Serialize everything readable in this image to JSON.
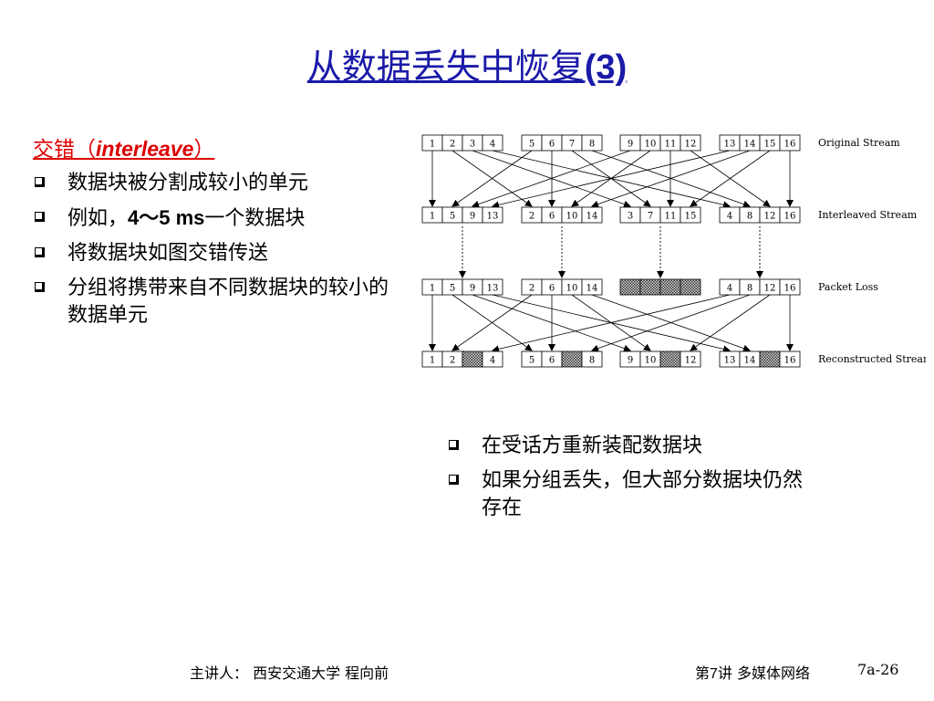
{
  "title": {
    "zh": "从数据丢失中恢复",
    "en": "(3)"
  },
  "left": {
    "heading_zh": "交错（",
    "heading_en": "interleave",
    "heading_close": "）",
    "bullets": [
      {
        "text": "数据块被分割成较小的单元"
      },
      {
        "pre": "例如，",
        "en": "4～5 ms",
        "post": "一个数据块"
      },
      {
        "text": "将数据块如图交错传送"
      },
      {
        "text": "分组将携带来自不同数据块的较小的数据单元"
      }
    ]
  },
  "right": {
    "bullets": [
      {
        "text": "在受话方重新装配数据块"
      },
      {
        "text": "如果分组丢失，但大部分数据块仍然存在"
      }
    ]
  },
  "diagram": {
    "rows": [
      {
        "label": "Original Stream",
        "groups": [
          [
            "1",
            "2",
            "3",
            "4"
          ],
          [
            "5",
            "6",
            "7",
            "8"
          ],
          [
            "9",
            "10",
            "11",
            "12"
          ],
          [
            "13",
            "14",
            "15",
            "16"
          ]
        ]
      },
      {
        "label": "Interleaved Stream",
        "groups": [
          [
            "1",
            "5",
            "9",
            "13"
          ],
          [
            "2",
            "6",
            "10",
            "14"
          ],
          [
            "3",
            "7",
            "11",
            "15"
          ],
          [
            "4",
            "8",
            "12",
            "16"
          ]
        ]
      },
      {
        "label": "Packet Loss",
        "groups": [
          [
            "1",
            "5",
            "9",
            "13"
          ],
          [
            "2",
            "6",
            "10",
            "14"
          ],
          [
            "",
            "",
            "",
            ""
          ],
          [
            "4",
            "8",
            "12",
            "16"
          ]
        ]
      },
      {
        "label": "Reconstructed Stream",
        "groups": [
          [
            "1",
            "2",
            "",
            "4"
          ],
          [
            "5",
            "6",
            "",
            "8"
          ],
          [
            "9",
            "10",
            "",
            "12"
          ],
          [
            "13",
            "14",
            "",
            "16"
          ]
        ]
      }
    ],
    "hatched": [
      [
        2,
        2,
        0
      ],
      [
        2,
        2,
        1
      ],
      [
        2,
        2,
        2
      ],
      [
        2,
        2,
        3
      ],
      [
        3,
        0,
        2
      ],
      [
        3,
        1,
        2
      ],
      [
        3,
        2,
        2
      ],
      [
        3,
        3,
        2
      ]
    ]
  },
  "footer": {
    "speaker": "主讲人：  西安交通大学  程向前",
    "lecture_pre": "第",
    "lecture_num": "7",
    "lecture_post": "讲 多媒体网络",
    "page": "7a-26"
  }
}
